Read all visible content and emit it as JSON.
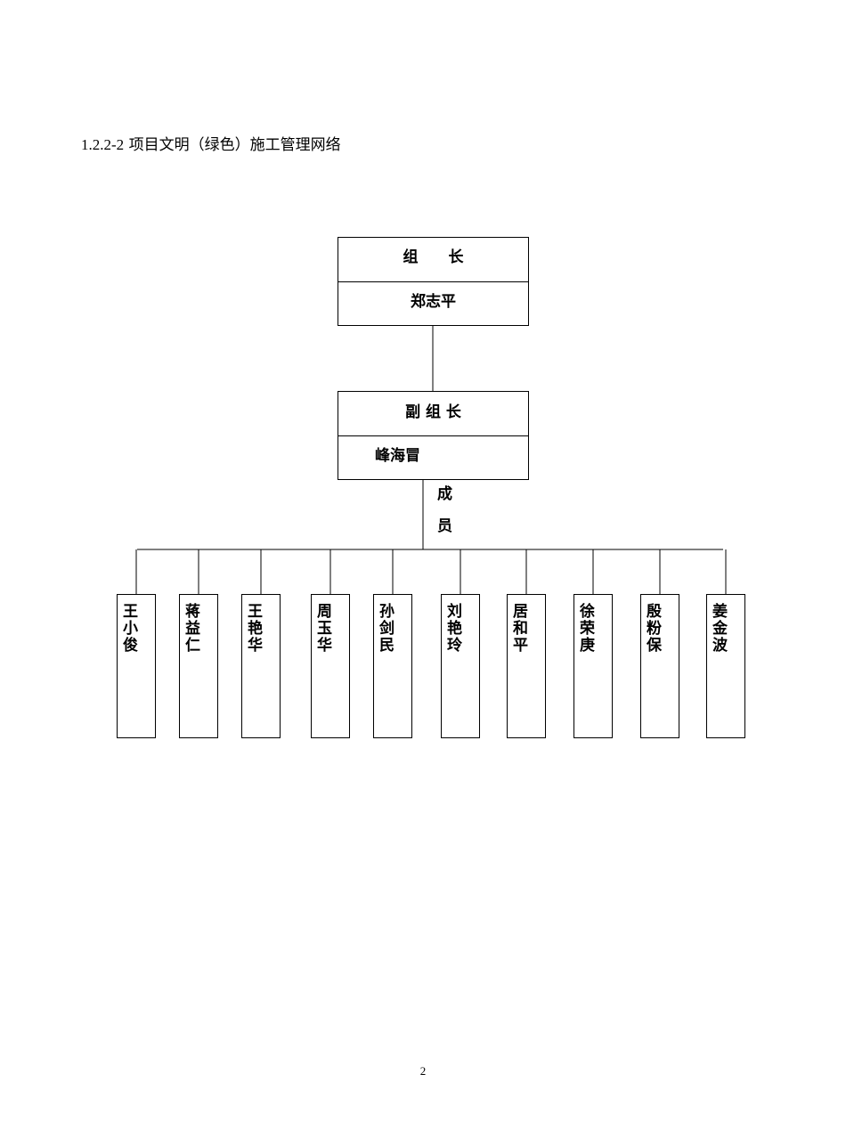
{
  "document": {
    "heading_number": "1.2.2-2",
    "heading_text": "项目文明（绿色）施工管理网络",
    "page_number": "2"
  },
  "org_chart": {
    "leader": {
      "title": "组　　长",
      "name": "郑志平"
    },
    "deputy": {
      "title": "副 组 长",
      "name": "峰海冒"
    },
    "members_label": [
      "成",
      "员"
    ],
    "members": [
      "王小俊",
      "蒋益仁",
      "王艳华",
      "周玉华",
      "孙剑民",
      "刘艳玲",
      "居和平",
      "徐荣庚",
      "殷粉保",
      "姜金波"
    ]
  }
}
